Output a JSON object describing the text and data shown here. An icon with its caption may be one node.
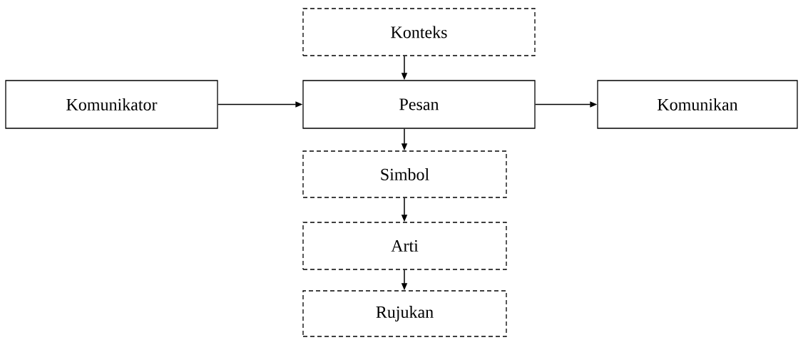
{
  "diagram": {
    "nodes": [
      {
        "text": [
          "Konteks"
        ]
      },
      {
        "text": [
          "Komunikator"
        ]
      },
      {
        "text": [
          "Pesan"
        ]
      },
      {
        "text": [
          "Komunikan"
        ]
      },
      {
        "text": [
          "Simbol"
        ]
      },
      {
        "text": [
          "Arti"
        ]
      },
      {
        "text": [
          "Rujukan"
        ]
      }
    ],
    "edges": [
      {
        "from": 0,
        "to": 2,
        "arrow": "to"
      },
      {
        "from": 1,
        "to": 2,
        "arrow": "to"
      },
      {
        "from": 2,
        "to": 3,
        "arrow": "to"
      },
      {
        "from": 2,
        "to": 4,
        "arrow": "to"
      },
      {
        "from": 4,
        "to": 5,
        "arrow": "to"
      },
      {
        "from": 5,
        "to": 6,
        "arrow": "to"
      }
    ]
  }
}
